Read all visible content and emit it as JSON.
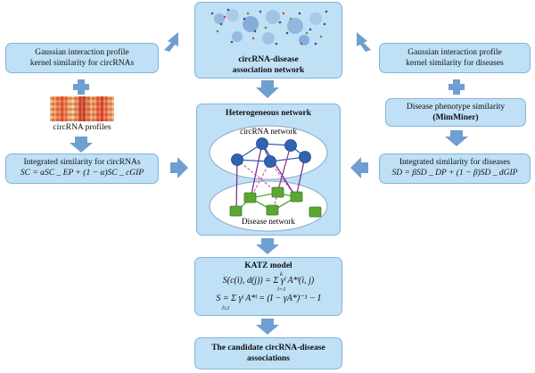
{
  "top_box": {
    "title_line1": "circRNA-disease",
    "title_line2": "association network"
  },
  "left_column": {
    "gip_line1": "Gaussian interaction profile",
    "gip_line2": "kernel similarity for circRNAs",
    "profiles_label": "circRNA profiles",
    "integrated_title": "Integrated similarity for circRNAs",
    "integrated_formula": "SC = αSC _ EP + (1 − α)SC _ cGIP"
  },
  "right_column": {
    "gip_line1": "Gaussian interaction profile",
    "gip_line2": "kernel similarity for diseases",
    "phenotype_line1": "Disease phenotype similarity",
    "phenotype_line2": "(MimMiner)",
    "integrated_title": "Integrated similarity for diseases",
    "integrated_formula": "SD = βSD _ DP + (1 − β)SD _ dGIP"
  },
  "hetero": {
    "title": "Heterogeneous network",
    "circ_label": "circRNA network",
    "disease_label": "Disease network"
  },
  "katz": {
    "title": "KATZ model",
    "formula1": "S(c(i), d(j)) = Σ γˡ A*ˡ(i, j)",
    "formula1_sum_top": "k",
    "formula1_sum_bottom": "l=1",
    "formula2": "S = Σ γˡ A*ˡ = (I − γA*)⁻¹ − I",
    "formula2_sum_bottom": "l≥1"
  },
  "result": {
    "line1": "The candidate circRNA-disease",
    "line2": "associations"
  },
  "colors": {
    "box_fill": "#bfe0f5",
    "box_border": "#7fb6dd",
    "arrow": "#6f9fd0",
    "circ_node": "#2f64b5",
    "disease_node": "#5aa832",
    "link_purple": "#6a2b8c",
    "link_dashed": "#d9398b"
  }
}
